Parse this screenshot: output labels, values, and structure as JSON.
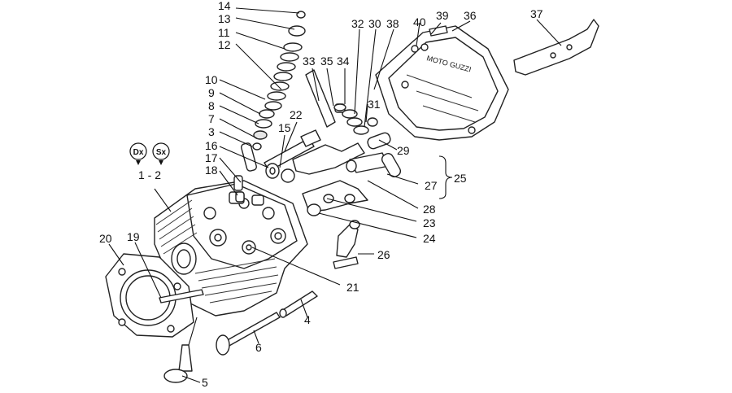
{
  "diagram": {
    "side_badges": {
      "right": "Dx",
      "left": "Sx",
      "range": "1 - 2"
    },
    "cover_logo": "MOTO GUZZI",
    "callouts": [
      {
        "id": "c14",
        "label": "14"
      },
      {
        "id": "c13",
        "label": "13"
      },
      {
        "id": "c11",
        "label": "11"
      },
      {
        "id": "c12",
        "label": "12"
      },
      {
        "id": "c10",
        "label": "10"
      },
      {
        "id": "c9",
        "label": "9"
      },
      {
        "id": "c8",
        "label": "8"
      },
      {
        "id": "c7",
        "label": "7"
      },
      {
        "id": "c3",
        "label": "3"
      },
      {
        "id": "c16",
        "label": "16"
      },
      {
        "id": "c17",
        "label": "17"
      },
      {
        "id": "c18",
        "label": "18"
      },
      {
        "id": "c15",
        "label": "15"
      },
      {
        "id": "c22",
        "label": "22"
      },
      {
        "id": "c33",
        "label": "33"
      },
      {
        "id": "c35",
        "label": "35"
      },
      {
        "id": "c34",
        "label": "34"
      },
      {
        "id": "c32",
        "label": "32"
      },
      {
        "id": "c30",
        "label": "30"
      },
      {
        "id": "c38",
        "label": "38"
      },
      {
        "id": "c40",
        "label": "40"
      },
      {
        "id": "c39",
        "label": "39"
      },
      {
        "id": "c36",
        "label": "36"
      },
      {
        "id": "c37",
        "label": "37"
      },
      {
        "id": "c31",
        "label": "31"
      },
      {
        "id": "c29",
        "label": "29"
      },
      {
        "id": "c27",
        "label": "27"
      },
      {
        "id": "c25",
        "label": "25"
      },
      {
        "id": "c28",
        "label": "28"
      },
      {
        "id": "c23",
        "label": "23"
      },
      {
        "id": "c24",
        "label": "24"
      },
      {
        "id": "c26",
        "label": "26"
      },
      {
        "id": "c21",
        "label": "21"
      },
      {
        "id": "c20",
        "label": "20"
      },
      {
        "id": "c19",
        "label": "19"
      },
      {
        "id": "c4",
        "label": "4"
      },
      {
        "id": "c6",
        "label": "6"
      },
      {
        "id": "c5",
        "label": "5"
      }
    ]
  }
}
